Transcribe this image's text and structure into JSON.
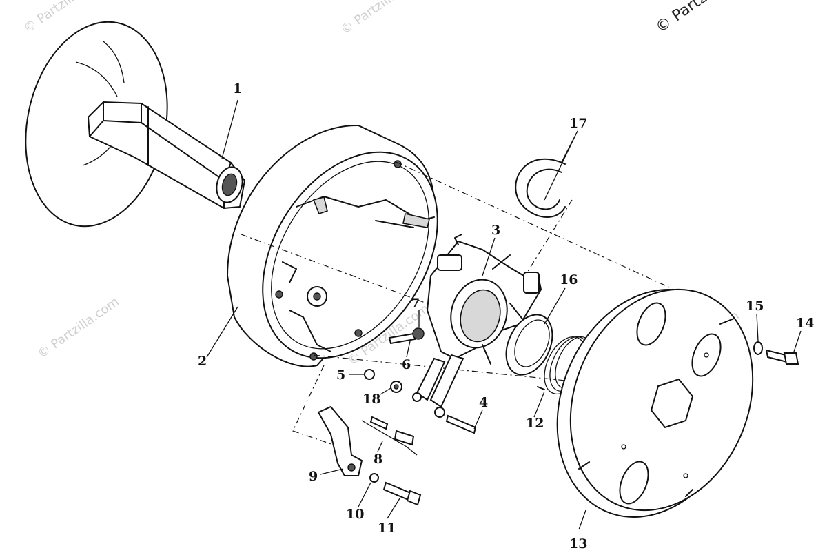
{
  "watermarks": {
    "corner": "© Partz",
    "repeat": "© Partzilla.com"
  },
  "callouts": [
    {
      "id": "1",
      "label": "1"
    },
    {
      "id": "2",
      "label": "2"
    },
    {
      "id": "3",
      "label": "3"
    },
    {
      "id": "4",
      "label": "4"
    },
    {
      "id": "5",
      "label": "5"
    },
    {
      "id": "6",
      "label": "6"
    },
    {
      "id": "7",
      "label": "7"
    },
    {
      "id": "8",
      "label": "8"
    },
    {
      "id": "9",
      "label": "9"
    },
    {
      "id": "10",
      "label": "10"
    },
    {
      "id": "11",
      "label": "11"
    },
    {
      "id": "12",
      "label": "12"
    },
    {
      "id": "13",
      "label": "13"
    },
    {
      "id": "14",
      "label": "14"
    },
    {
      "id": "15",
      "label": "15"
    },
    {
      "id": "16",
      "label": "16"
    },
    {
      "id": "17",
      "label": "17"
    },
    {
      "id": "18",
      "label": "18"
    }
  ]
}
